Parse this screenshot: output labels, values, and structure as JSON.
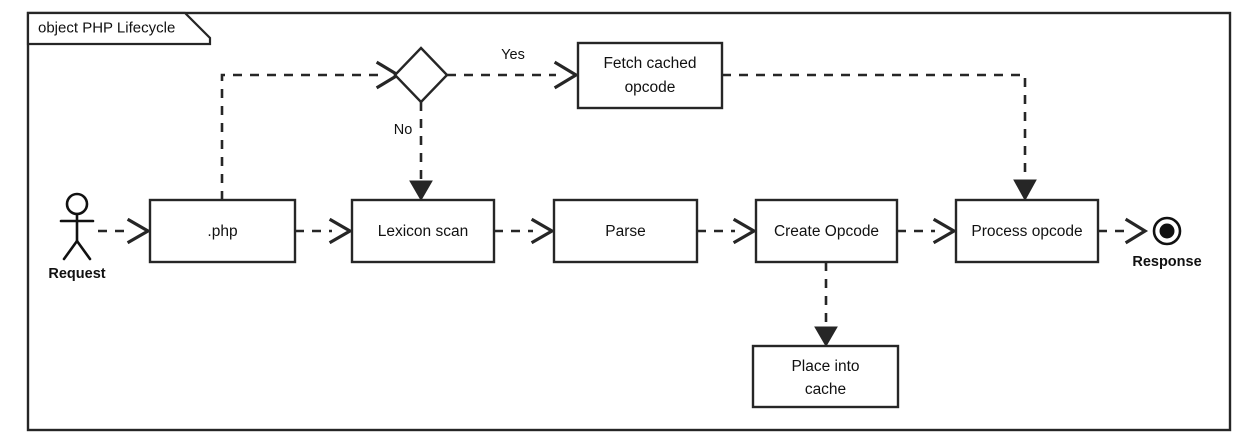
{
  "frame": {
    "title": "object PHP Lifecycle",
    "keyword": "object",
    "name": "PHP Lifecycle"
  },
  "diagram": {
    "type": "uml-object-activity-flow",
    "background_color": "#ffffff",
    "line_color": "#262626",
    "text_color": "#111111",
    "edge_style": "dashed"
  },
  "actor": {
    "label": "Request"
  },
  "final_node": {
    "label": "Response"
  },
  "nodes": [
    {
      "id": "php",
      "label": ".php"
    },
    {
      "id": "lexicon-scan",
      "label": "Lexicon scan"
    },
    {
      "id": "parse",
      "label": "Parse"
    },
    {
      "id": "create-opcode",
      "label": "Create Opcode"
    },
    {
      "id": "process-opcode",
      "label": "Process opcode"
    },
    {
      "id": "fetch-cached",
      "label_line1": "Fetch cached",
      "label_line2": "opcode"
    },
    {
      "id": "place-cache",
      "label_line1": "Place into",
      "label_line2": "cache"
    }
  ],
  "decision": {
    "id": "cache-check",
    "label": "",
    "branch_yes": "Yes",
    "branch_no": "No"
  },
  "edges": [
    {
      "from": "Request",
      "to": ".php",
      "label": ""
    },
    {
      "from": ".php",
      "to": "decision",
      "label": ""
    },
    {
      "from": "decision",
      "to": "Fetch cached opcode",
      "label": "Yes"
    },
    {
      "from": "decision",
      "to": "Lexicon scan",
      "label": "No"
    },
    {
      "from": ".php",
      "to": "Lexicon scan",
      "label": ""
    },
    {
      "from": "Lexicon scan",
      "to": "Parse",
      "label": ""
    },
    {
      "from": "Parse",
      "to": "Create Opcode",
      "label": ""
    },
    {
      "from": "Create Opcode",
      "to": "Process opcode",
      "label": ""
    },
    {
      "from": "Create Opcode",
      "to": "Place into cache",
      "label": ""
    },
    {
      "from": "Fetch cached opcode",
      "to": "Process opcode",
      "label": ""
    },
    {
      "from": "Process opcode",
      "to": "Response",
      "label": ""
    }
  ]
}
